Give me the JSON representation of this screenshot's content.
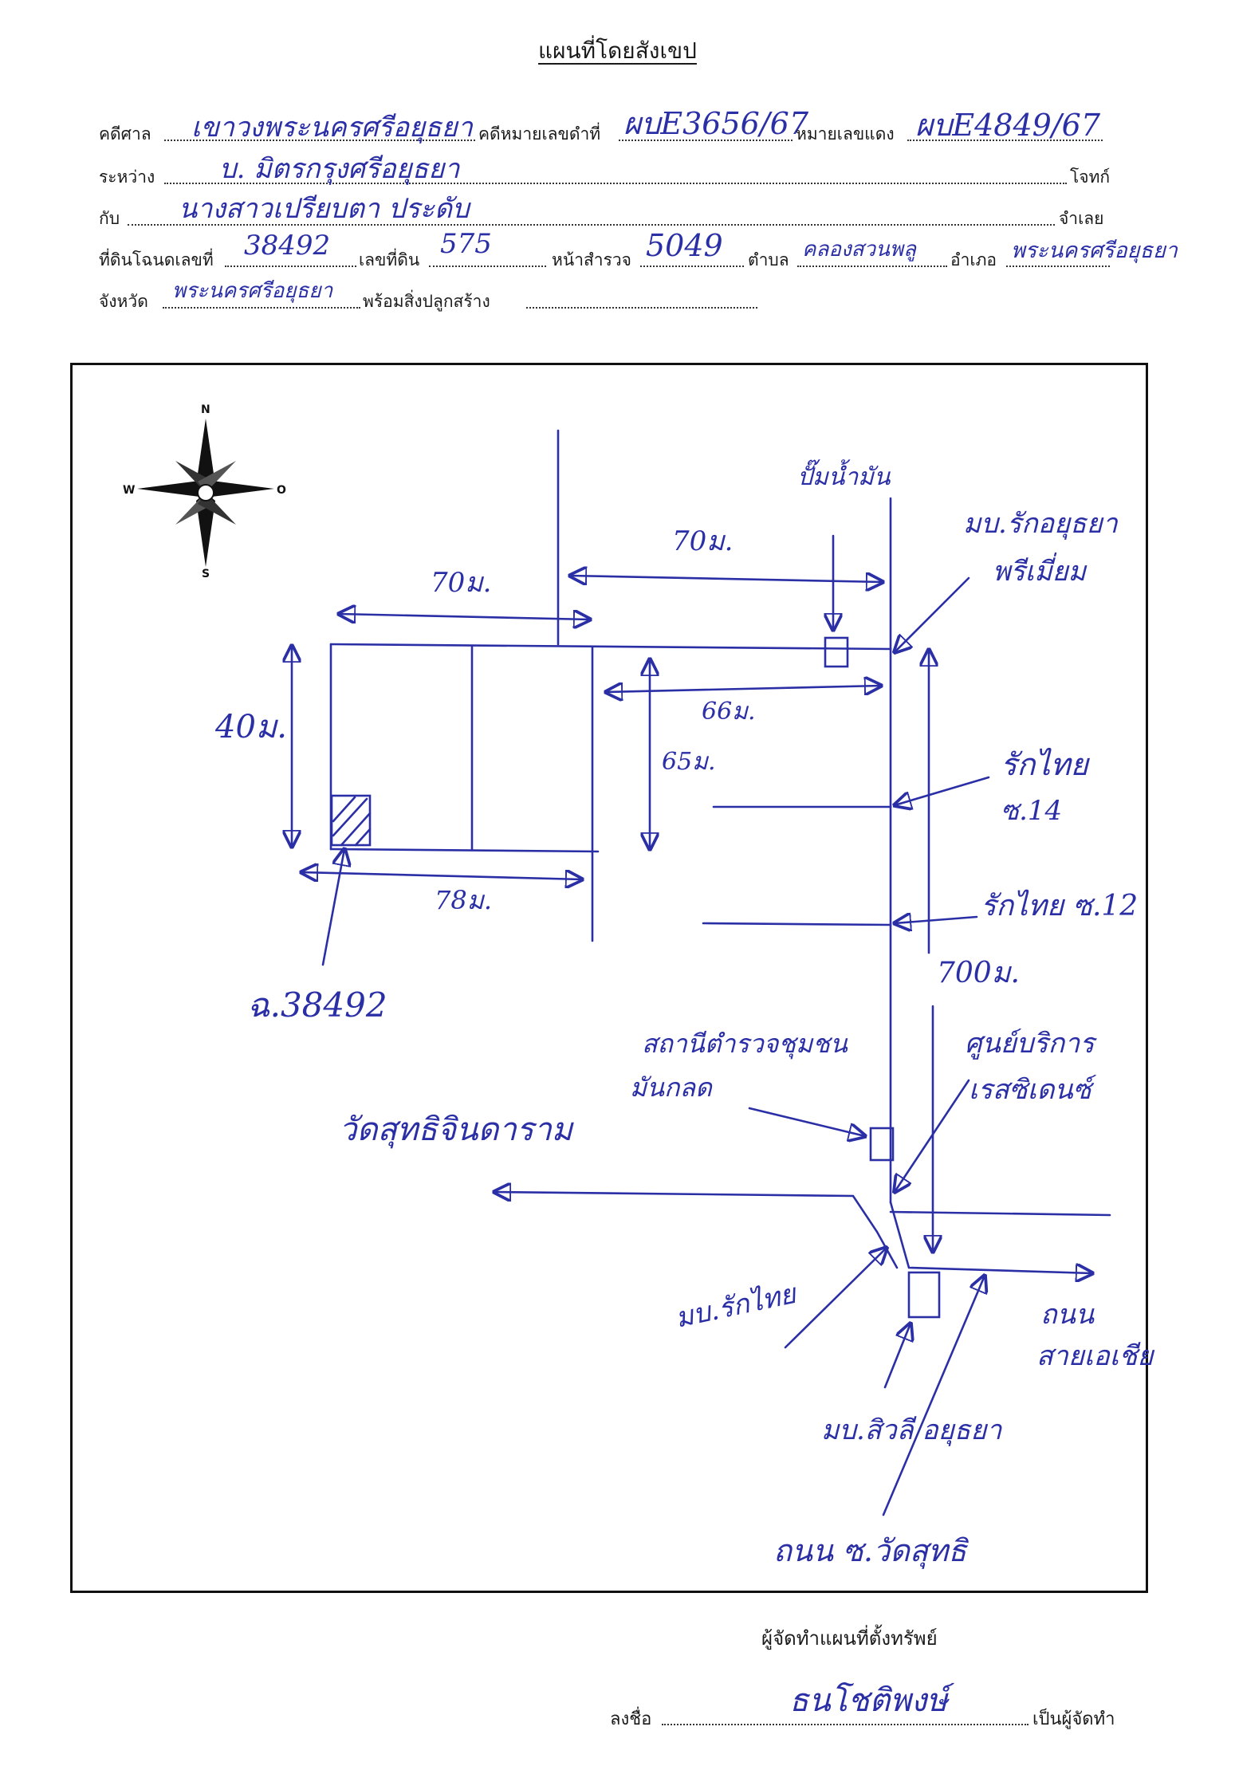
{
  "title": "แผนที่โดยสังเขป",
  "header": {
    "court_label": "คดีศาล",
    "court_value": "เขาวงพระนครศรีอยุธยา",
    "black_case_label": "คดีหมายเลขดำที่",
    "black_case_value": "ผบE3656/67",
    "red_case_label": "หมายเลขแดง",
    "red_case_value": "ผบE4849/67",
    "between_label": "ระหว่าง",
    "plaintiff_value": "บ. มิตรกรุงศรีอยุธยา",
    "plaintiff_role": "โจทก์",
    "with_label": "กับ",
    "defendant_value": "นางสาวเปรียบตา ประดับ",
    "defendant_role": "จำเลย",
    "deed_label": "ที่ดินโฉนดเลขที่",
    "deed_value": "38492",
    "land_no_label": "เลขที่ดิน",
    "land_no_value": "575",
    "survey_label": "หน้าสำรวจ",
    "survey_value": "5049",
    "subdistrict_label": "ตำบล",
    "subdistrict_value": "คลองสวนพลู",
    "district_label": "อำเภอ",
    "district_value": "พระนครศรีอยุธยา",
    "province_label": "จังหวัด",
    "province_value": "พระนครศรีอยุธยา",
    "buildings_label": "พร้อมสิ่งปลูกสร้าง"
  },
  "compass": {
    "north": "N",
    "west": "W",
    "east": "O",
    "south": "S"
  },
  "map": {
    "pump_label": "ปั๊มน้ำมัน",
    "village_rakthai_premium": [
      "มบ.รักอยุธยา",
      "พรีเมี่ยม"
    ],
    "rakthai_s14": [
      "รักไทย",
      "ซ.14"
    ],
    "rakthai_s12": "รักไทย ซ.12",
    "dist_top_right": "70ม.",
    "dist_top_left": "70ม.",
    "dist_inner": "66ม.",
    "dist_height": "65ม.",
    "dist_left_height": "40ม.",
    "dist_bottom": "78ม.",
    "dist_long": "700ม.",
    "deed_tag": "ฉ.38492",
    "police_station": [
      "สถานีตำรวจชุมชน",
      "มันกลด"
    ],
    "service_center": [
      "ศูนย์บริการ",
      "เรสซิเดนซ์"
    ],
    "temple": "วัดสุทธิจินดาราม",
    "village_rakthai": "มบ.รักไทย",
    "road_asia": [
      "ถนน",
      "สายเอเชีย"
    ],
    "village_sawang": "มบ.สิวลี อยุธยา",
    "road_wat": "ถนน ซ.วัดสุทธิ"
  },
  "footer": {
    "maker_title": "ผู้จัดทำแผนที่ตั้งทรัพย์",
    "sign_label": "ลงชื่อ",
    "signer": "ธนโชติพงษ์",
    "role": "เป็นผู้จัดทำ"
  }
}
